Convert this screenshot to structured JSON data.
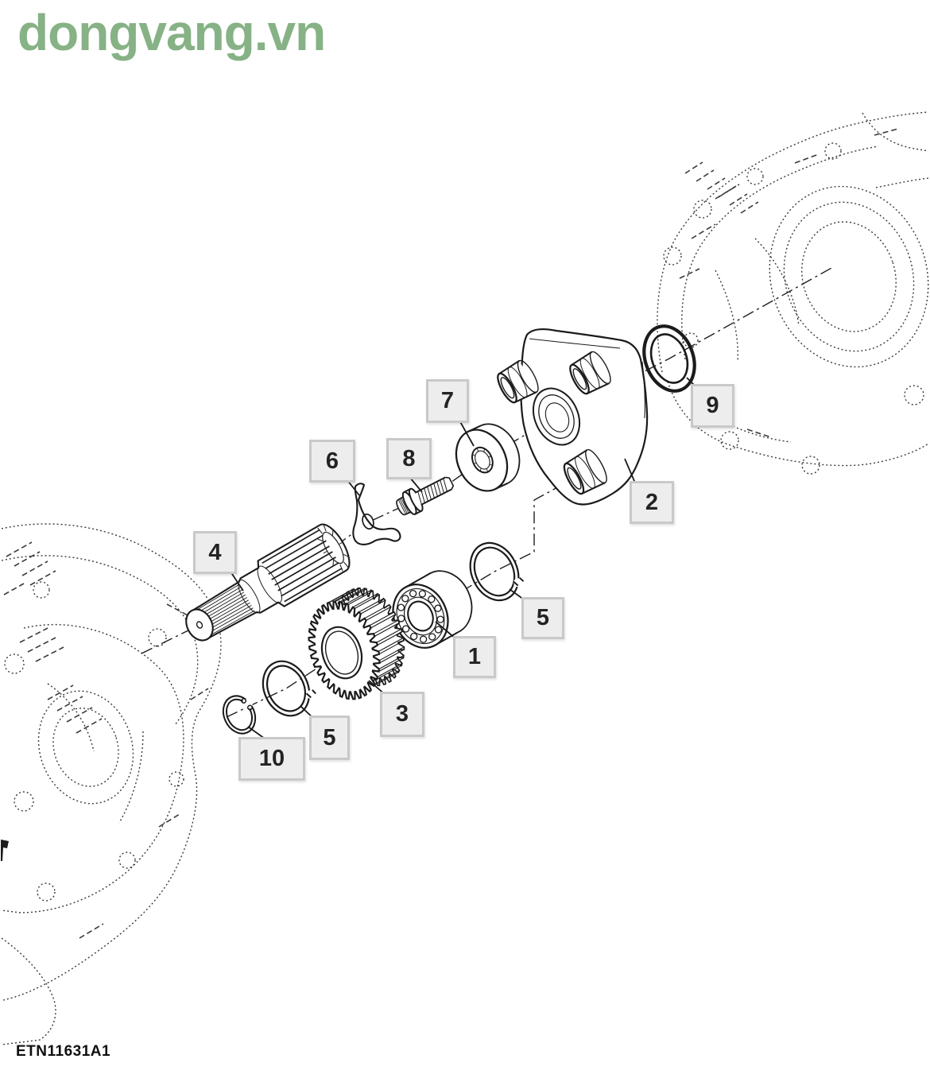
{
  "watermark": {
    "text": "dongvang.vn"
  },
  "figure": {
    "code": "ETN11631A1"
  },
  "colors": {
    "watermark_green": "#86b286",
    "line_black": "#1b1b1b",
    "phantom_gray": "#3a3a3a",
    "callout_fill": "#ededed",
    "callout_border": "#c9c9c9",
    "background": "#ffffff"
  },
  "callouts": [
    {
      "label": "7"
    },
    {
      "label": "8"
    },
    {
      "label": "6"
    },
    {
      "label": "4"
    },
    {
      "label": "2"
    },
    {
      "label": "9"
    },
    {
      "label": "5"
    },
    {
      "label": "1"
    },
    {
      "label": "3"
    },
    {
      "label": "5"
    },
    {
      "label": "10"
    }
  ]
}
